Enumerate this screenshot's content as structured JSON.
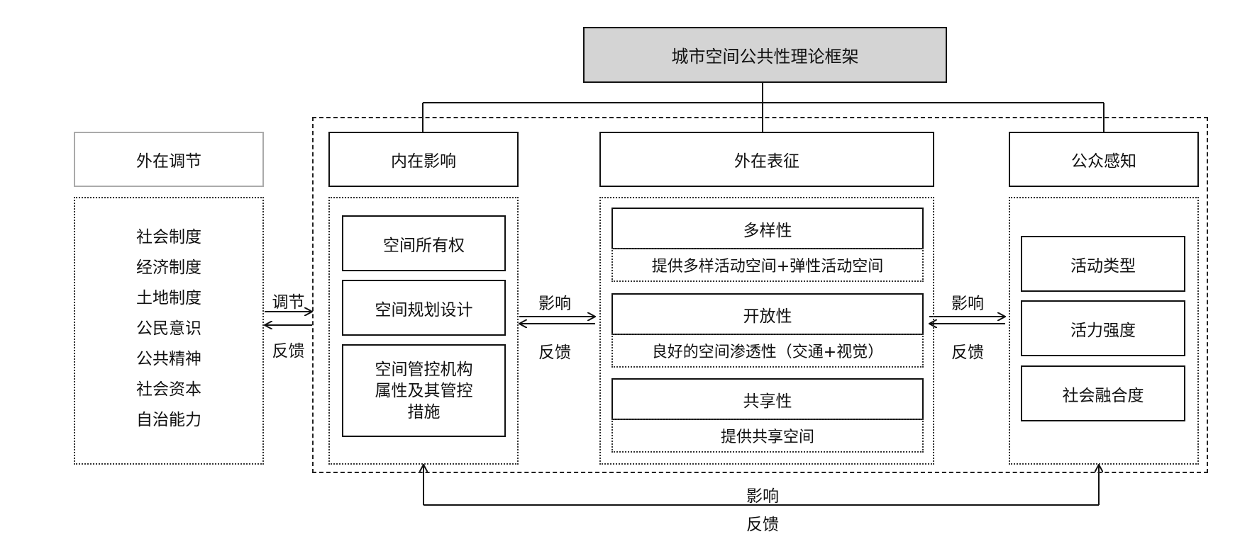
{
  "title": "城市空间公共性理论框架",
  "external": {
    "header": "外在调节",
    "items": [
      "社会制度",
      "经济制度",
      "土地制度",
      "公民意识",
      "公共精神",
      "社会资本",
      "自治能力"
    ]
  },
  "internal": {
    "header": "内在影响",
    "items": [
      "空间所有权",
      "空间规划设计",
      "空间管控机构\n属性及其管控\n措施"
    ]
  },
  "appearance": {
    "header": "外在表征",
    "groups": [
      {
        "name": "多样性",
        "desc": "提供多样活动空间+弹性活动空间"
      },
      {
        "name": "开放性",
        "desc": "良好的空间渗透性（交通+视觉）"
      },
      {
        "name": "共享性",
        "desc": "提供共享空间"
      }
    ]
  },
  "perception": {
    "header": "公众感知",
    "items": [
      "活动类型",
      "活力强度",
      "社会融合度"
    ]
  },
  "arrows": {
    "regulate": "调节",
    "feedback": "反馈",
    "influence": "影响"
  }
}
